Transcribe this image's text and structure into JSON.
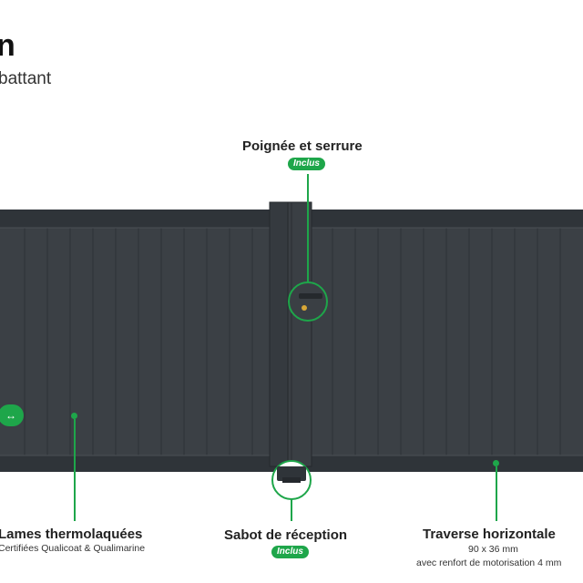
{
  "header": {
    "title_fragment": "n",
    "subtitle_fragment": "battant"
  },
  "callouts": {
    "poignee": {
      "title": "Poignée et serrure",
      "badge": "Inclus"
    },
    "lames": {
      "title": "Lames thermolaquées",
      "subtitle": "Certifiées Qualicoat & Qualimarine"
    },
    "sabot": {
      "title": "Sabot de réception",
      "badge": "Inclus"
    },
    "traverse": {
      "title": "Traverse horizontale",
      "line1": "90 x 36 mm",
      "line2": "avec renfort de motorisation 4 mm"
    }
  },
  "icons": {
    "slide_arrows": "↔",
    "key": "key-icon"
  },
  "colors": {
    "gate": "#3b4045",
    "gate_dark": "#2c3136",
    "accent": "#1ea64a"
  }
}
